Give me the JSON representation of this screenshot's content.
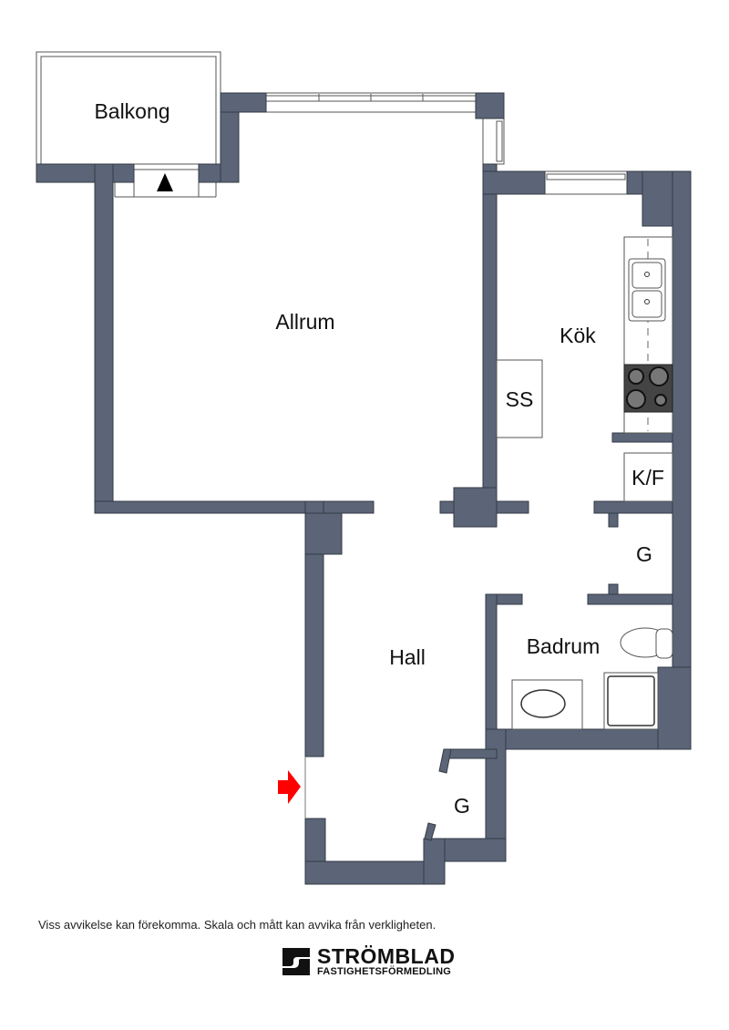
{
  "rooms": {
    "balkong": "Balkong",
    "allrum": "Allrum",
    "kok": "Kök",
    "ss": "SS",
    "kf": "K/F",
    "g_upper": "G",
    "badrum": "Badrum",
    "hall": "Hall",
    "g_lower": "G"
  },
  "colors": {
    "wall": "#5b6577",
    "entrance_arrow": "#ff0000"
  },
  "footer": {
    "disclaimer": "Viss avvikelse kan förekomma. Skala och mått kan avvika från verkligheten.",
    "brand_name": "STRÖMBLAD",
    "brand_sub": "FASTIGHETSFÖRMEDLING"
  }
}
